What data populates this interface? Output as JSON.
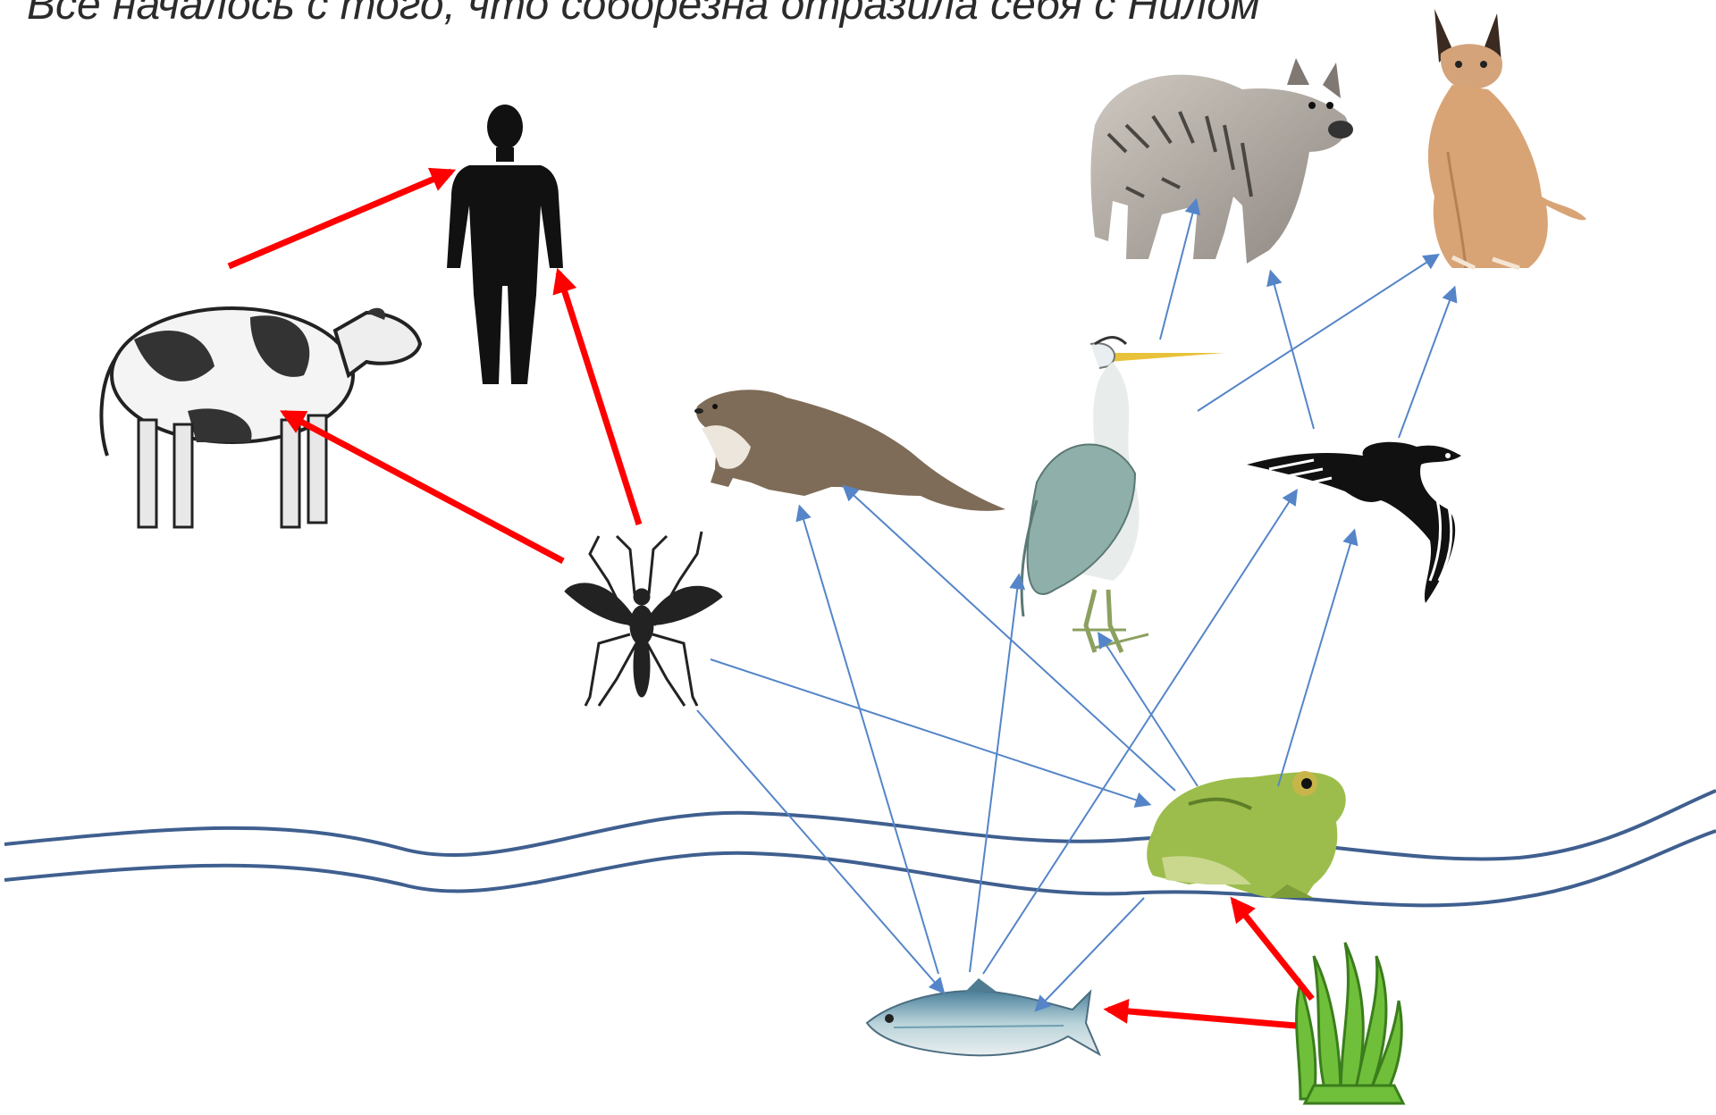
{
  "title": "Всё началось с того, что соборезна отразила себя с Нилом",
  "colors": {
    "arrow_red": "#ff0000",
    "arrow_blue": "#5585c8",
    "water": "#3f5f8f"
  },
  "nodes": [
    {
      "id": "cow",
      "label": "cow-image"
    },
    {
      "id": "human",
      "label": "human-silhouette"
    },
    {
      "id": "mosquito",
      "label": "mosquito-silhouette"
    },
    {
      "id": "otter",
      "label": "otter-image"
    },
    {
      "id": "heron",
      "label": "heron-image"
    },
    {
      "id": "hyena",
      "label": "hyena-image"
    },
    {
      "id": "caracal",
      "label": "caracal-image"
    },
    {
      "id": "eagle",
      "label": "eagle-silhouette"
    },
    {
      "id": "frog",
      "label": "frog-image"
    },
    {
      "id": "fish",
      "label": "fish-image"
    },
    {
      "id": "algae",
      "label": "algae-image"
    }
  ],
  "edges_red": [
    [
      "cow",
      "human"
    ],
    [
      "mosquito",
      "human"
    ],
    [
      "mosquito",
      "cow"
    ],
    [
      "algae",
      "fish"
    ],
    [
      "algae",
      "frog"
    ]
  ],
  "edges_blue": [
    [
      "mosquito",
      "fish"
    ],
    [
      "mosquito",
      "frog"
    ],
    [
      "fish",
      "otter"
    ],
    [
      "frog",
      "otter"
    ],
    [
      "fish",
      "heron"
    ],
    [
      "frog",
      "heron"
    ],
    [
      "fish",
      "eagle"
    ],
    [
      "frog",
      "eagle"
    ],
    [
      "frog",
      "fish"
    ],
    [
      "heron",
      "hyena"
    ],
    [
      "heron",
      "caracal"
    ],
    [
      "eagle",
      "hyena"
    ],
    [
      "eagle",
      "caracal"
    ]
  ]
}
